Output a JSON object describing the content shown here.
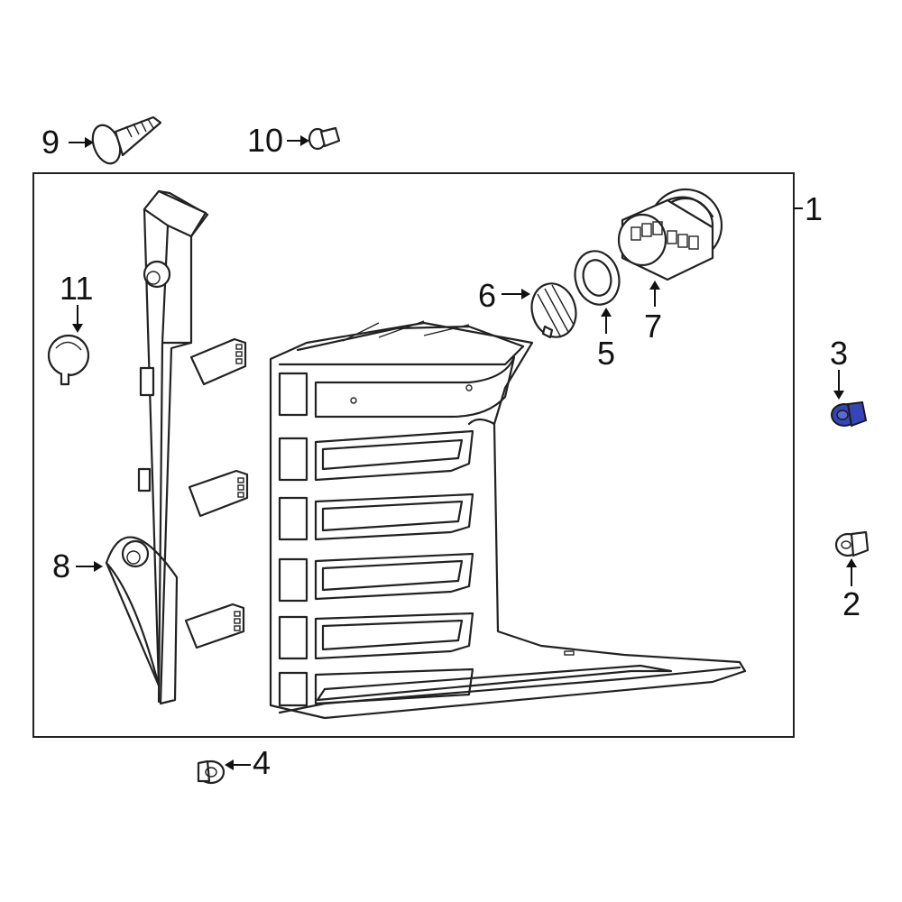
{
  "diagram": {
    "type": "exploded-parts-diagram",
    "callouts": [
      {
        "id": "1",
        "label": "1"
      },
      {
        "id": "2",
        "label": "2"
      },
      {
        "id": "3",
        "label": "3",
        "highlighted": true
      },
      {
        "id": "4",
        "label": "4"
      },
      {
        "id": "5",
        "label": "5"
      },
      {
        "id": "6",
        "label": "6"
      },
      {
        "id": "7",
        "label": "7"
      },
      {
        "id": "8",
        "label": "8"
      },
      {
        "id": "9",
        "label": "9"
      },
      {
        "id": "10",
        "label": "10"
      },
      {
        "id": "11",
        "label": "11"
      }
    ],
    "colors": {
      "line": "#222222",
      "background": "#ffffff",
      "highlight": "#3345b8"
    }
  }
}
